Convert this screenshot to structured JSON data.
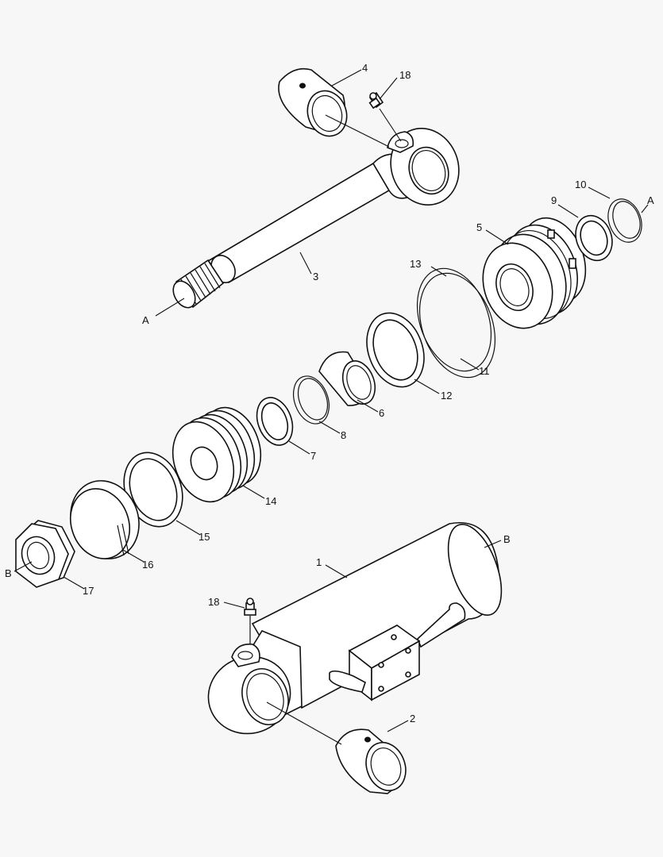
{
  "callouts": {
    "c1": "1",
    "c2": "2",
    "c3": "3",
    "c4": "4",
    "c5": "5",
    "c6": "6",
    "c7": "7",
    "c8": "8",
    "c9": "9",
    "c10": "10",
    "c11": "11",
    "c12": "12",
    "c13": "13",
    "c14": "14",
    "c15": "15",
    "c16": "16",
    "c17": "17",
    "c18_top": "18",
    "c18_bottom": "18",
    "a_top": "A",
    "a_right": "A",
    "b_left": "B",
    "b_right": "B"
  },
  "colors": {
    "line": "#111111",
    "part_fill": "#ffffff",
    "background": "#f7f7f7"
  }
}
